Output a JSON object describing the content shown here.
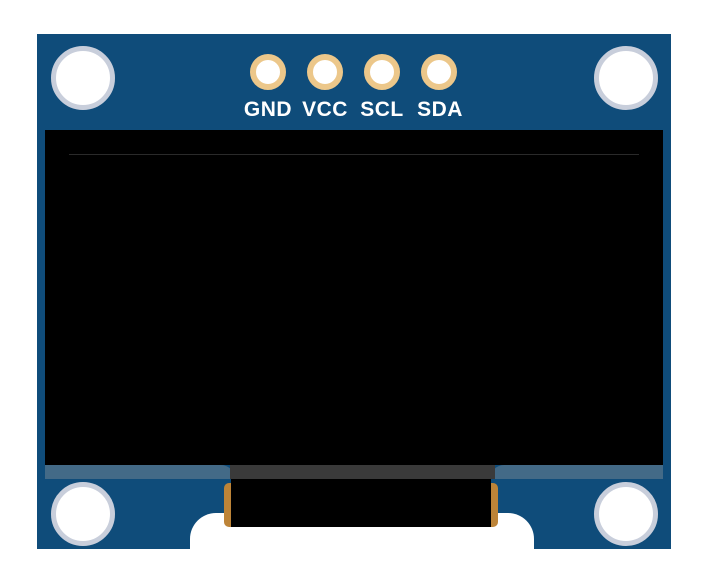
{
  "module": {
    "type": "OLED display module",
    "board_color": "#0f4c7a",
    "screen_color": "#000000",
    "pin_pad_color": "#ecc78a",
    "ribbon_edge_color": "#bd8438"
  },
  "pins": [
    {
      "label": "GND"
    },
    {
      "label": "VCC"
    },
    {
      "label": "SCL"
    },
    {
      "label": "SDA"
    }
  ],
  "mounting_holes": [
    "top-left",
    "top-right",
    "bottom-left",
    "bottom-right"
  ]
}
